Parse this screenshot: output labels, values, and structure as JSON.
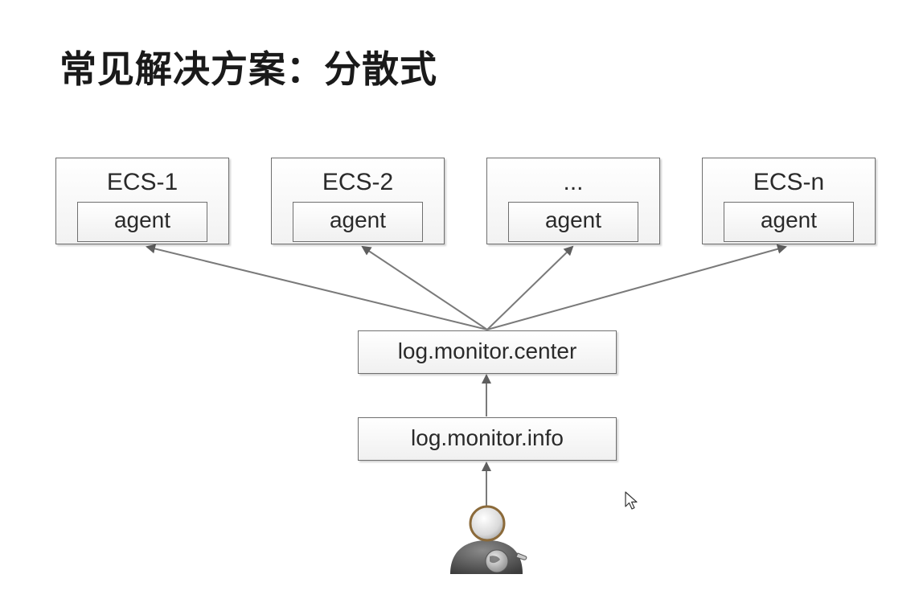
{
  "slide": {
    "title": "常见解决方案：分散式"
  },
  "servers": [
    {
      "name": "ECS-1",
      "agent": "agent"
    },
    {
      "name": "ECS-2",
      "agent": "agent"
    },
    {
      "name": "...",
      "agent": "agent"
    },
    {
      "name": "ECS-n",
      "agent": "agent"
    }
  ],
  "center": {
    "label": "log.monitor.center"
  },
  "info": {
    "label": "log.monitor.info"
  },
  "icons": {
    "user": "user-globe-icon",
    "cursor": "mouse-pointer-icon"
  },
  "colors": {
    "arrow": "#7a7a7a",
    "box_border": "#6f6f6f",
    "title": "#1a1a1a"
  }
}
